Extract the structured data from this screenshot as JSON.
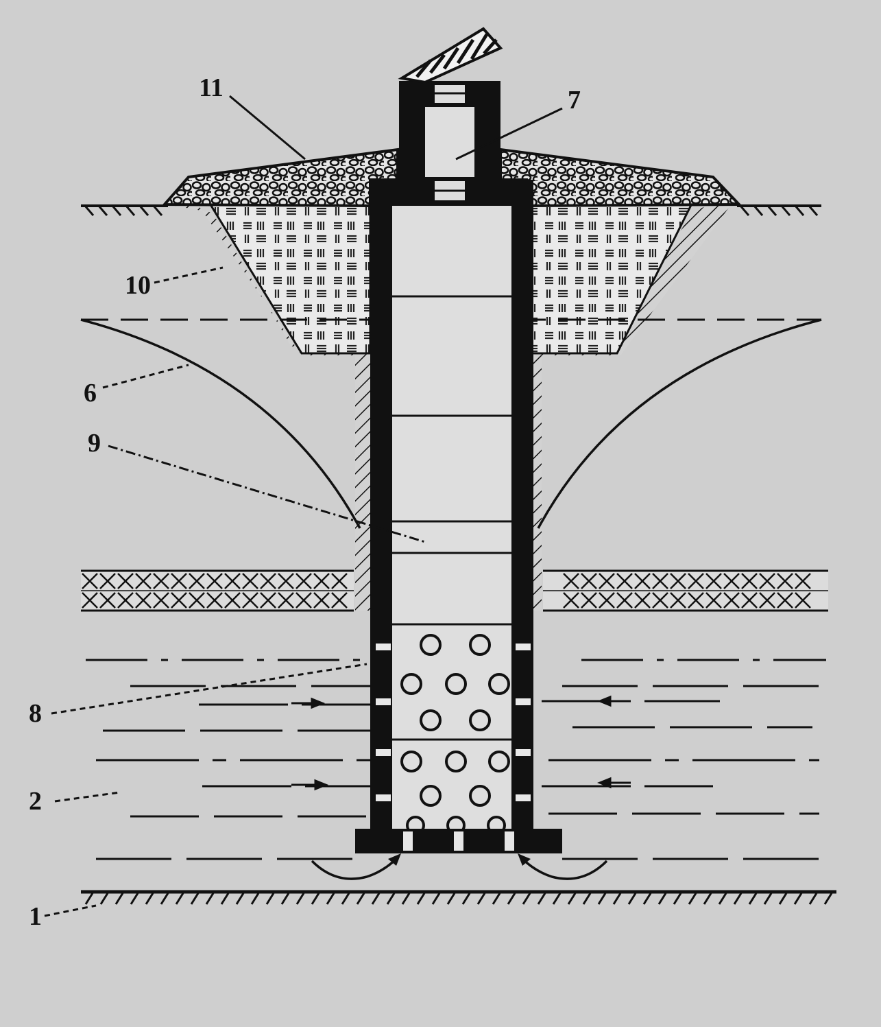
{
  "labels": {
    "l1": "1",
    "l2": "2",
    "l6": "6",
    "l7": "7",
    "l8": "8",
    "l9": "9",
    "l10": "10",
    "l11": "11"
  }
}
